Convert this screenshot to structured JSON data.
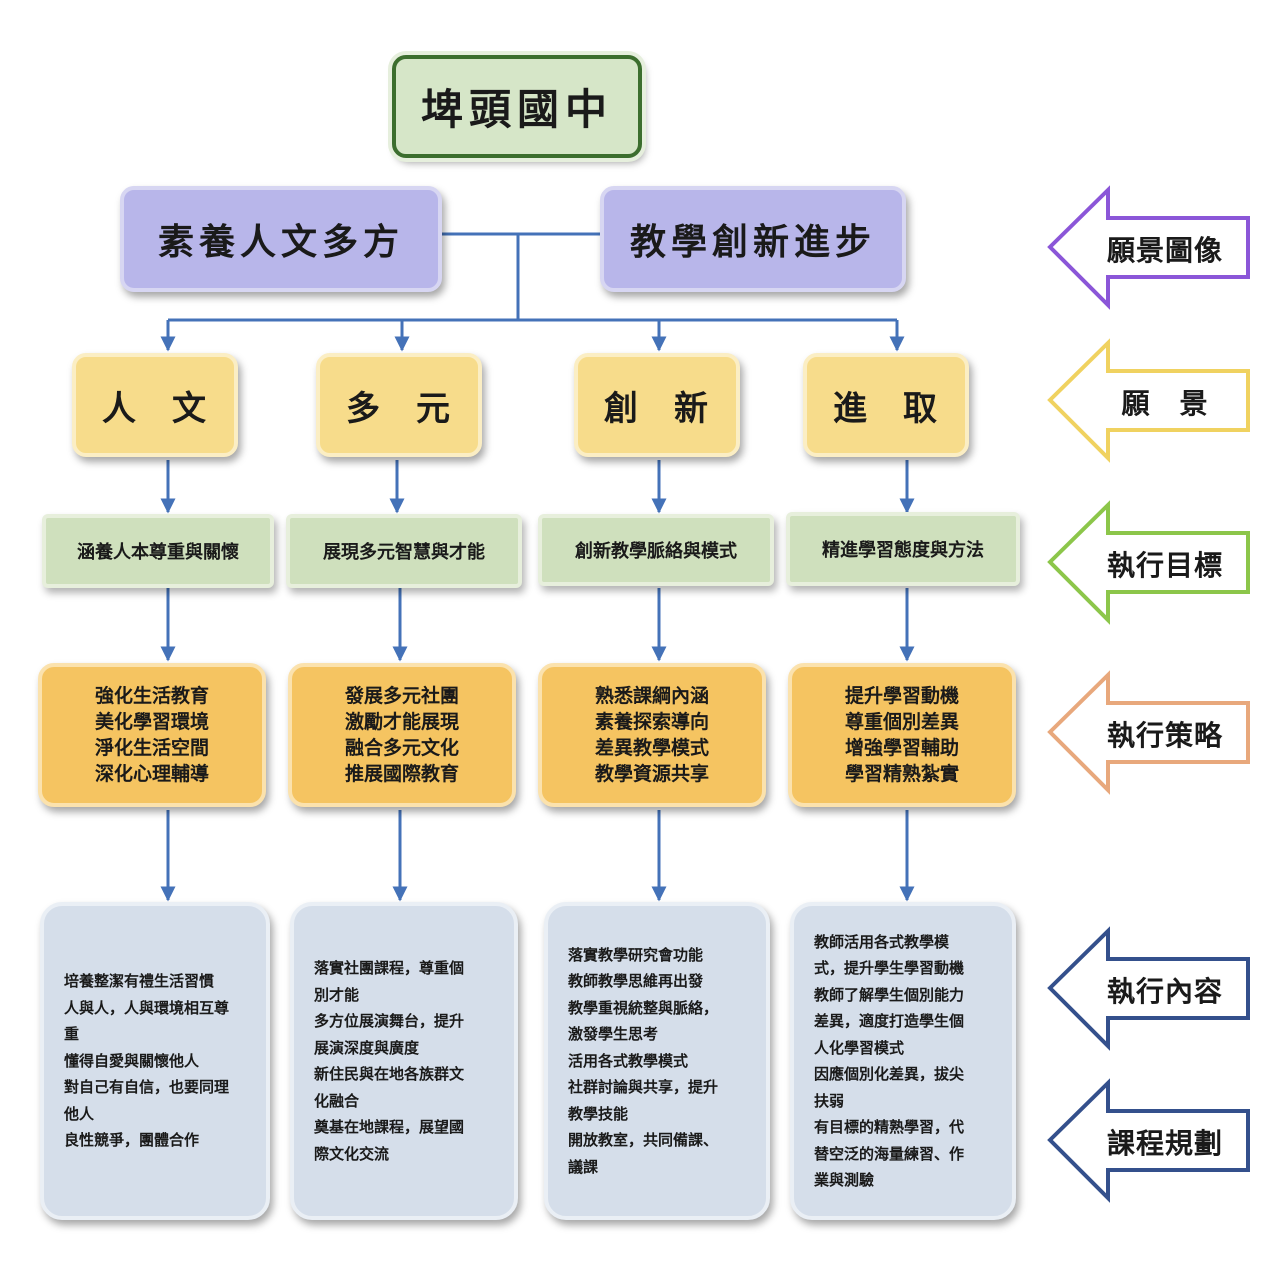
{
  "school": "埤頭國中",
  "vision_images": [
    "素養人文多方",
    "教學創新進步"
  ],
  "side_labels": [
    "願景圖像",
    "願　景",
    "執行目標",
    "執行策略",
    "執行內容",
    "課程規劃"
  ],
  "side_colors": [
    "#8b56d8",
    "#f0d260",
    "#8cc64a",
    "#e8a87c",
    "#34508c",
    "#34508c"
  ],
  "columns": [
    {
      "vision_a": "人",
      "vision_b": "文",
      "goal": "涵養人本尊重與關懷",
      "strategies": [
        "強化生活教育",
        "美化學習環境",
        "淨化生活空間",
        "深化心理輔導"
      ],
      "contents": [
        "培養整潔有禮生活習慣",
        "人與人，人與環境相互尊",
        "重",
        "懂得自愛與關懷他人",
        "對自己有自信，也要同理",
        "他人",
        "良性競爭，團體合作"
      ]
    },
    {
      "vision_a": "多",
      "vision_b": "元",
      "goal": "展現多元智慧與才能",
      "strategies": [
        "發展多元社團",
        "激勵才能展現",
        "融合多元文化",
        "推展國際教育"
      ],
      "contents": [
        "落實社團課程，尊重個",
        "別才能",
        "多方位展演舞台，提升",
        "展演深度與廣度",
        "新住民與在地各族群文",
        "化融合",
        "奠基在地課程，展望國",
        "際文化交流"
      ]
    },
    {
      "vision_a": "創",
      "vision_b": "新",
      "goal": "創新教學脈絡與模式",
      "strategies": [
        "熟悉課綱內涵",
        "素養探索導向",
        "差異教學模式",
        "教學資源共享"
      ],
      "contents": [
        "落實教學研究會功能",
        "教師教學思維再出發",
        "教學重視統整與脈絡，",
        "激發學生思考",
        "活用各式教學模式",
        "社群討論與共享，提升",
        "教學技能",
        "開放教室，共同備課、",
        "議課"
      ]
    },
    {
      "vision_a": "進",
      "vision_b": "取",
      "goal": "精進學習態度與方法",
      "strategies": [
        "提升學習動機",
        "尊重個別差異",
        "增強學習輔助",
        "學習精熟紮實"
      ],
      "contents": [
        "教師活用各式教學模",
        "式，提升學生學習動機",
        "教師了解學生個別能力",
        "差異，適度打造學生個",
        "人化學習模式",
        "因應個別化差異，拔尖",
        "扶弱",
        "有目標的精熟學習，代",
        "替空泛的海量練習、作",
        "業與測驗"
      ]
    }
  ]
}
